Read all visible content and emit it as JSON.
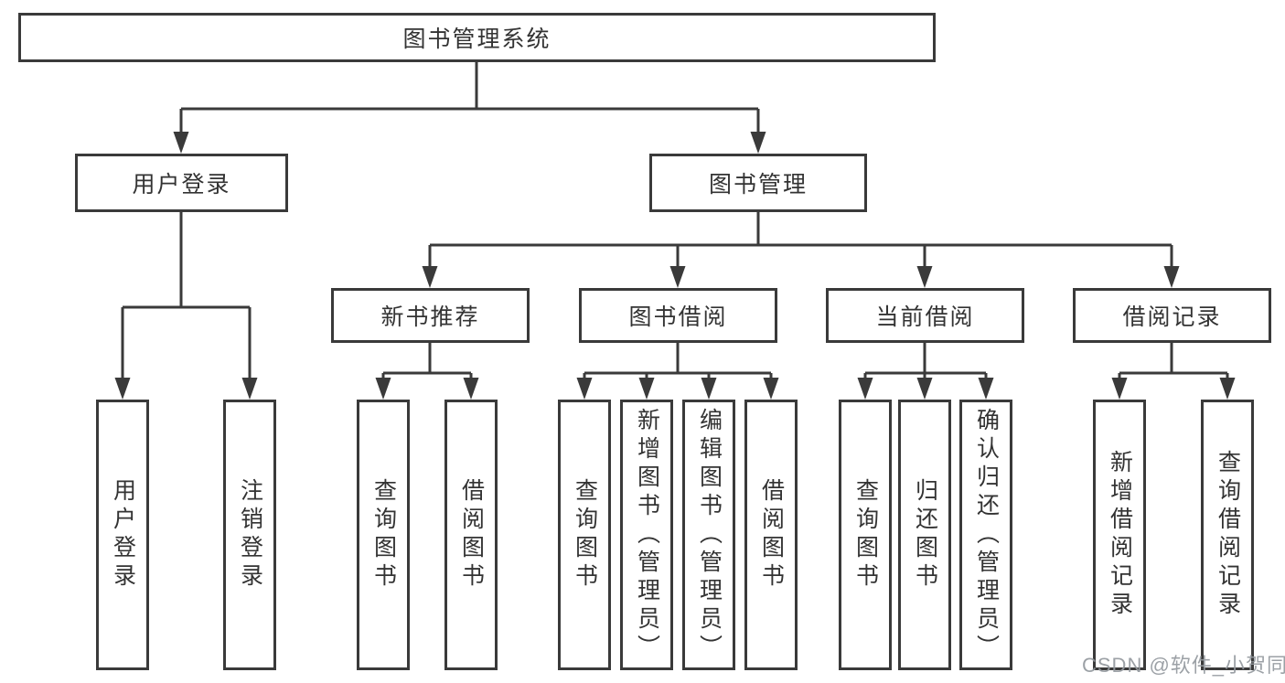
{
  "diagram": {
    "root": {
      "label": "图书管理系统"
    },
    "branches": [
      {
        "label": "用户登录",
        "children": [
          {
            "label": "用户登录"
          },
          {
            "label": "注销登录"
          }
        ]
      },
      {
        "label": "图书管理",
        "children": [
          {
            "label": "新书推荐",
            "children": [
              {
                "label": "查询图书"
              },
              {
                "label": "借阅图书"
              }
            ]
          },
          {
            "label": "图书借阅",
            "children": [
              {
                "label": "查询图书"
              },
              {
                "label": "新增图书（管理员）"
              },
              {
                "label": "编辑图书（管理员）"
              },
              {
                "label": "借阅图书"
              }
            ]
          },
          {
            "label": "当前借阅",
            "children": [
              {
                "label": "查询图书"
              },
              {
                "label": "归还图书"
              },
              {
                "label": "确认归还（管理员）"
              }
            ]
          },
          {
            "label": "借阅记录",
            "children": [
              {
                "label": "新增借阅记录"
              },
              {
                "label": "查询借阅记录"
              }
            ]
          }
        ]
      }
    ]
  },
  "watermark": {
    "text": "CSDN @软件_小贺同学"
  },
  "colors": {
    "line": "#3a3a3a",
    "text": "#333333",
    "watermark": "#94999e",
    "background": "#ffffff"
  }
}
